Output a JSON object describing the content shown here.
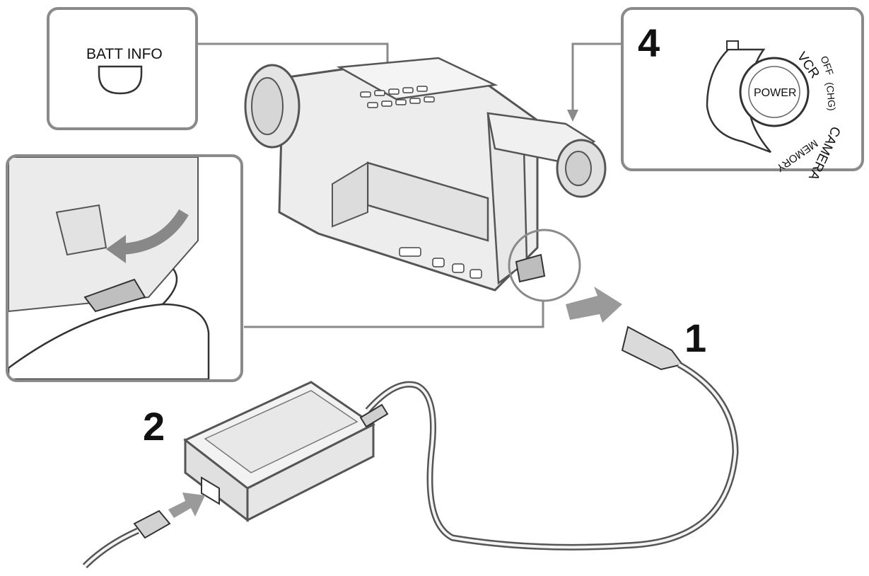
{
  "steps": {
    "one": "1",
    "two": "2",
    "four": "4"
  },
  "labels": {
    "batt_info": "BATT INFO",
    "power": "POWER",
    "dial_off": "OFF",
    "dial_chg": "(CHG)",
    "dial_vcr": "VCR",
    "dial_camera": "CAMERA",
    "dial_memory": "MEMORY"
  },
  "colors": {
    "outline": "#555555",
    "callout_border": "#8a8a8a",
    "arrow_fill": "#9a9a9a",
    "body_fill": "#e8e8e8"
  }
}
